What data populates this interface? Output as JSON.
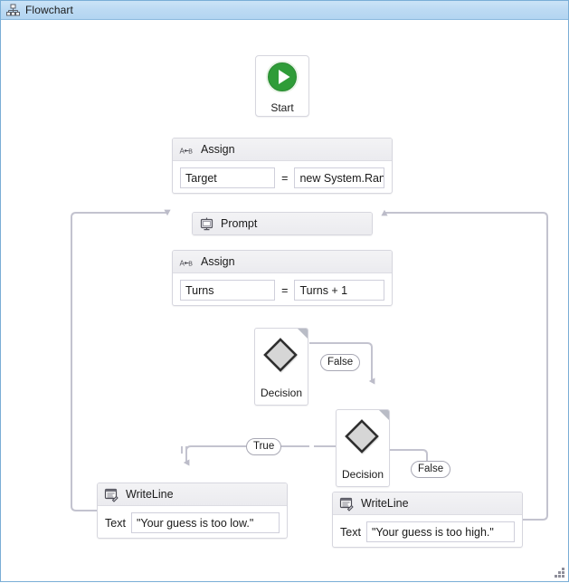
{
  "window": {
    "title": "Flowchart",
    "title_icon": "flowchart-hierarchy-icon",
    "header_color": "#bcdaf3",
    "border_color": "#7aaed6",
    "canvas_color": "#ffffff"
  },
  "nodes": {
    "start": {
      "label": "Start",
      "icon": "play-circle-icon",
      "icon_color": "#2e9b37"
    },
    "assign_target": {
      "title": "Assign",
      "icon": "assign-ab-icon",
      "to_value": "Target",
      "operator": "=",
      "expression": "new System.Randoı"
    },
    "prompt": {
      "title": "Prompt",
      "icon": "prompt-monitor-icon"
    },
    "assign_turns": {
      "title": "Assign",
      "icon": "assign-ab-icon",
      "to_value": "Turns",
      "operator": "=",
      "expression": "Turns + 1"
    },
    "decision_1": {
      "label": "Decision",
      "icon": "decision-diamond-icon"
    },
    "decision_2": {
      "label": "Decision",
      "icon": "decision-diamond-icon"
    },
    "writeline_low": {
      "title": "WriteLine",
      "icon": "writeline-console-icon",
      "field_label": "Text",
      "text_value": "\"Your guess is too low.\""
    },
    "writeline_high": {
      "title": "WriteLine",
      "icon": "writeline-console-icon",
      "field_label": "Text",
      "text_value": "\"Your guess is too high.\""
    }
  },
  "connector_labels": {
    "false_1": "False",
    "true_1": "True",
    "false_2": "False"
  },
  "colors": {
    "connector": "#c3c3cf",
    "node_border": "#d6d6de",
    "node_header_bg": "#eeeef1",
    "field_border": "#cfcfdb",
    "text": "#1a1a1a"
  }
}
